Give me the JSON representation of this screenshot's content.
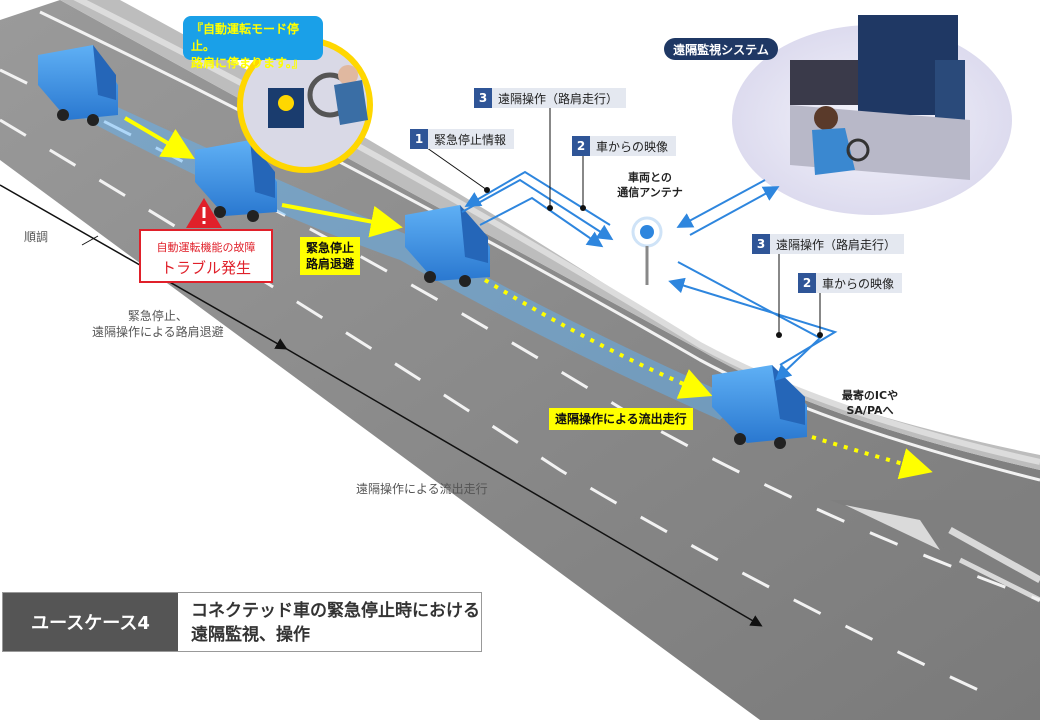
{
  "callout": {
    "line1": "『自動運転モード停止。",
    "line2": "路肩に停まります。』"
  },
  "monitor_system": {
    "label": "遠隔監視システム"
  },
  "steps_top": [
    {
      "num": "3",
      "label": "遠隔操作（路肩走行）"
    },
    {
      "num": "1",
      "label": "緊急停止情報"
    },
    {
      "num": "2",
      "label": "車からの映像"
    }
  ],
  "steps_right": [
    {
      "num": "3",
      "label": "遠隔操作（路肩走行）"
    },
    {
      "num": "2",
      "label": "車からの映像"
    }
  ],
  "antenna": {
    "line1": "車両との",
    "line2": "通信アンテナ"
  },
  "warning": {
    "line1": "自動運転機能の故障",
    "line2": "トラブル発生",
    "icon": "warning-triangle-icon"
  },
  "emergency_tag": {
    "line1": "緊急停止",
    "line2": "路肩退避"
  },
  "remote_exit_tag": {
    "label": "遠隔操作による流出走行"
  },
  "nearest_ic": {
    "line1": "最寄のICや",
    "line2": "SA/PAへ"
  },
  "timeline": {
    "normal": "順調",
    "emergency_line1": "緊急停止、",
    "emergency_line2": "遠隔操作による路肩退避",
    "remote_exit": "遠隔操作による流出走行"
  },
  "use_case": {
    "tag": "ユースケース4",
    "title": "コネクテッド車の緊急停止時における遠隔監視、操作"
  },
  "colors": {
    "navy": "#2f5597",
    "yellow": "#ffff00",
    "red": "#e0202a",
    "truck_blue": "#3a8ee6",
    "road": "#8a8a8a"
  }
}
